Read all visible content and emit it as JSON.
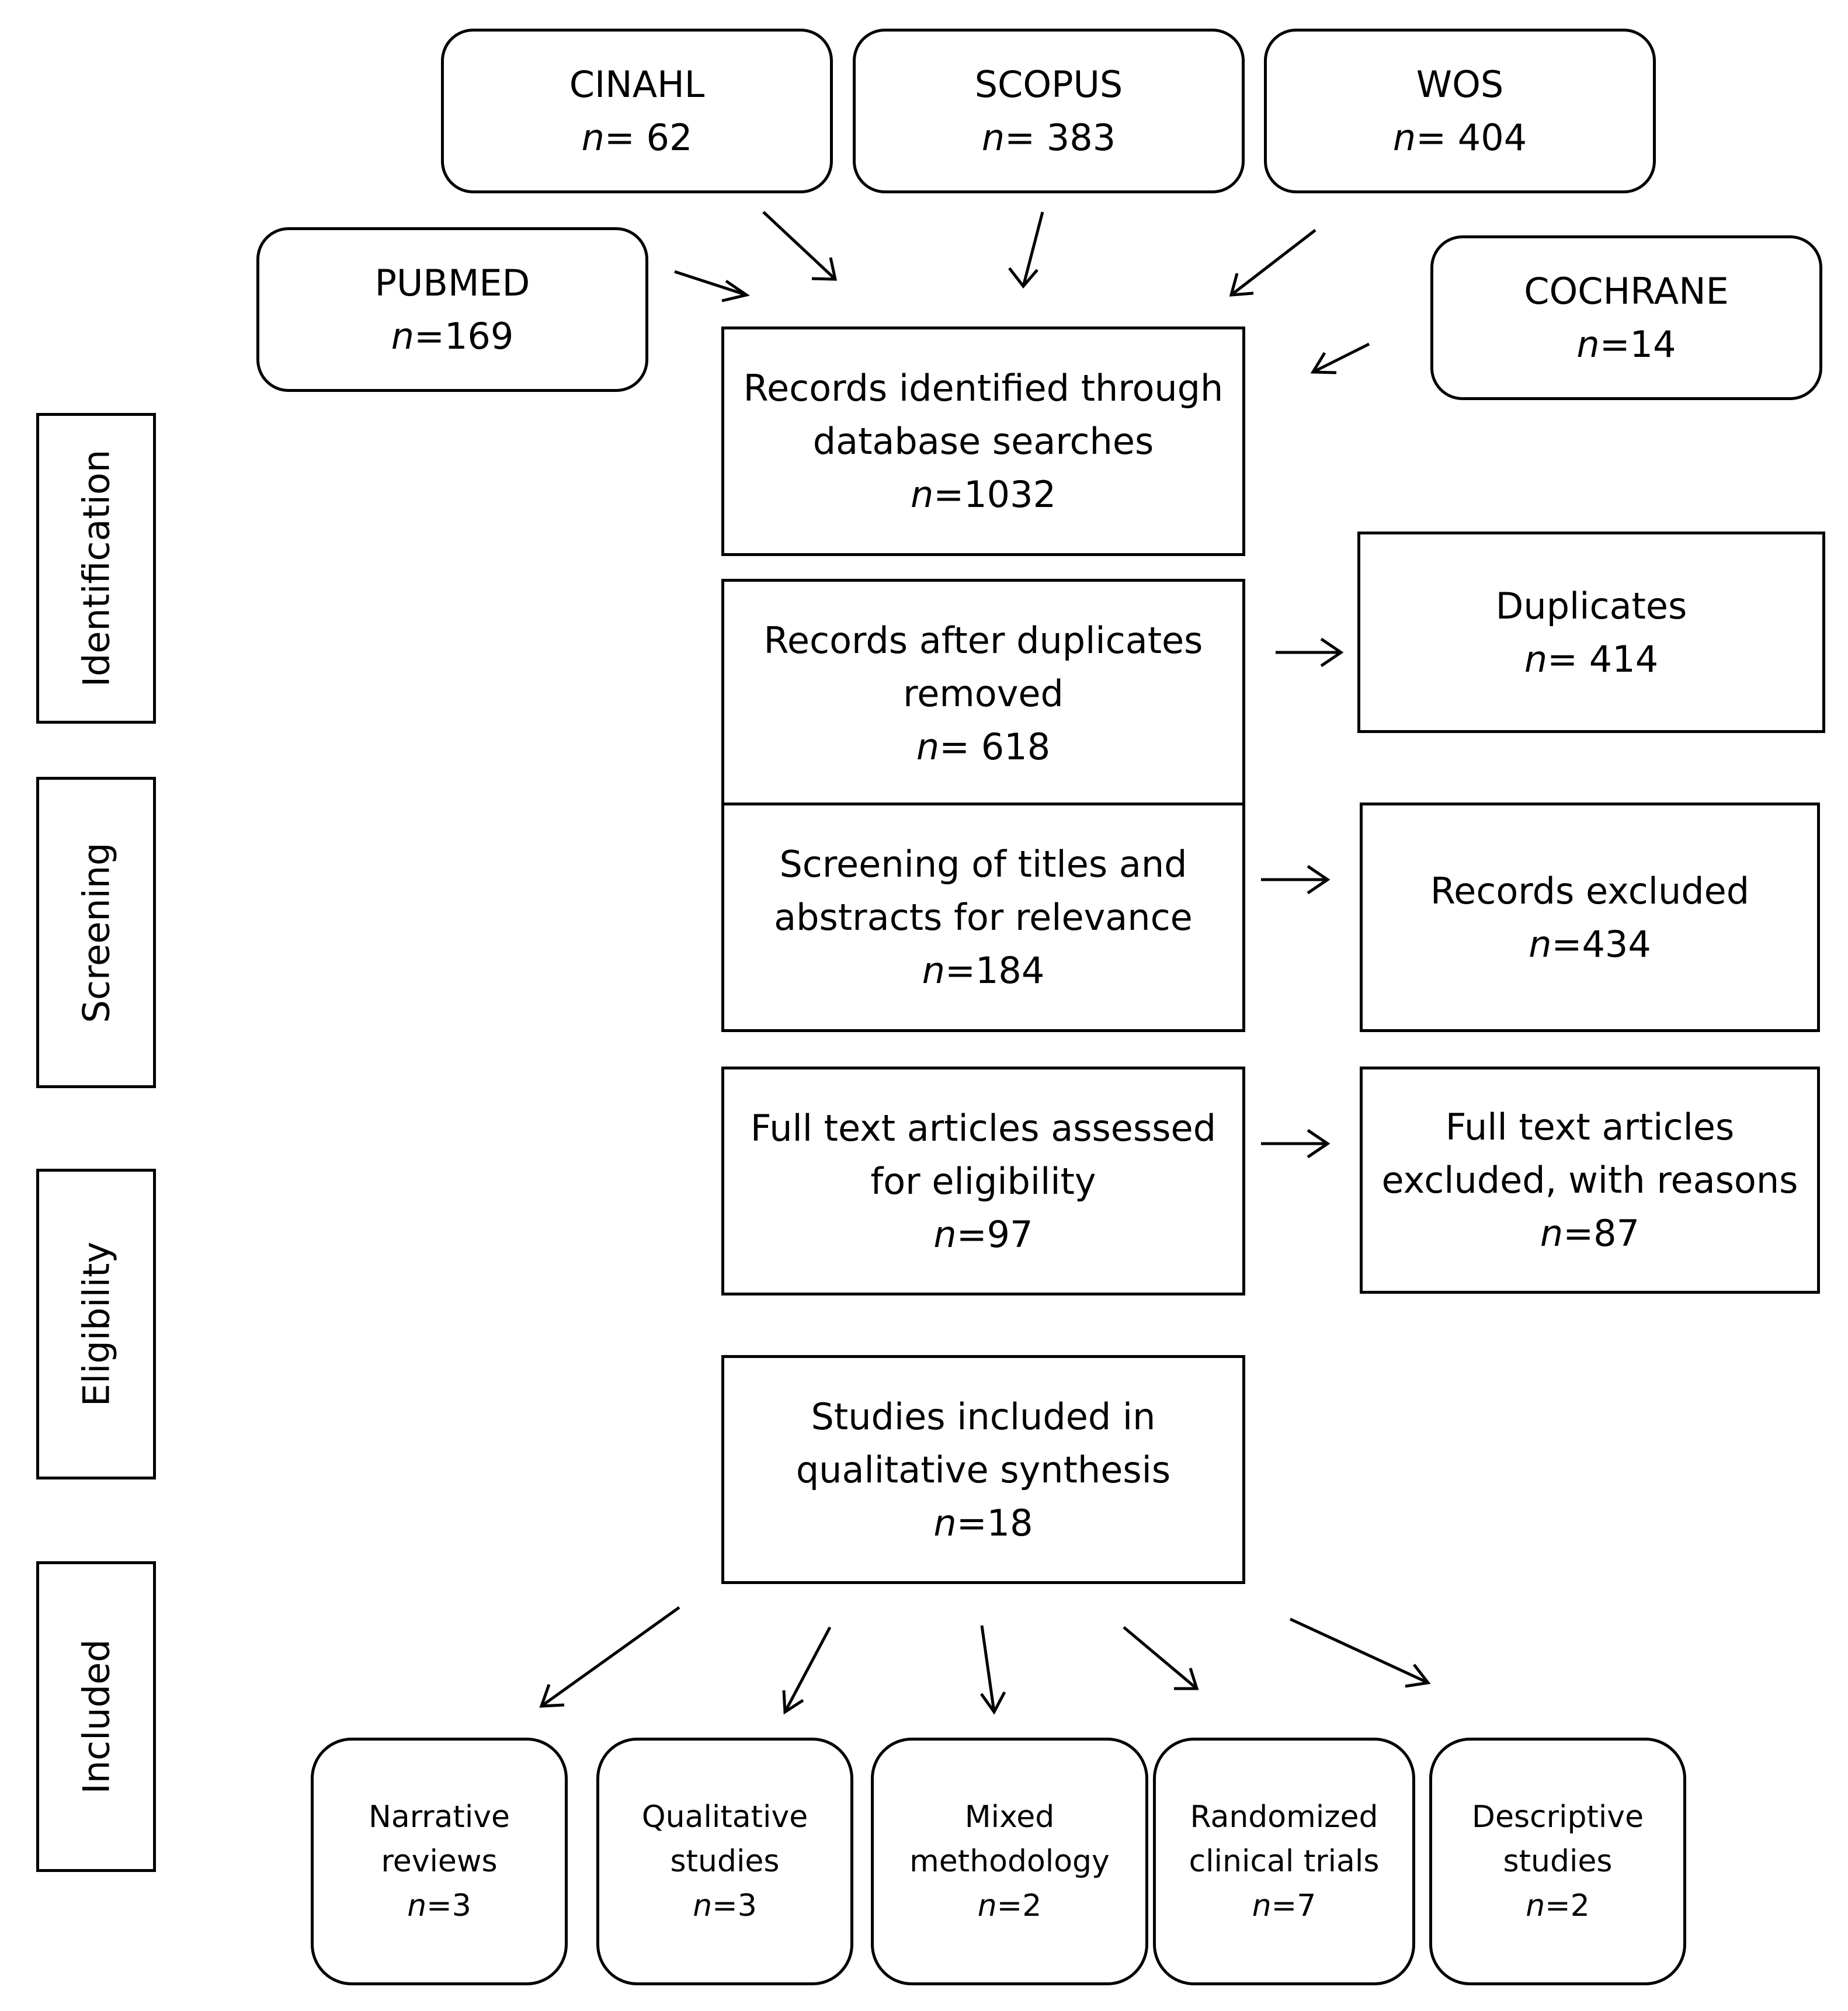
{
  "sources": {
    "cinahl": {
      "name": "CINAHL",
      "n_label": "n",
      "n_value": "= 62"
    },
    "scopus": {
      "name": "SCOPUS",
      "n_label": "n",
      "n_value": "= 383"
    },
    "wos": {
      "name": "WOS",
      "n_label": "n",
      "n_value": "= 404"
    },
    "pubmed": {
      "name": "PUBMED",
      "n_label": "n",
      "n_value": "=169"
    },
    "cochrane": {
      "name": "COCHRANE",
      "n_label": "n",
      "n_value": "=14"
    }
  },
  "stages": {
    "identification": "Identification",
    "screening": "Screening",
    "eligibility": "Eligibility",
    "included": "Included"
  },
  "flow": {
    "identified": {
      "line1": "Records identified through",
      "line2": "database searches",
      "n_label": "n",
      "n_value": "=1032"
    },
    "after_duplicates": {
      "line1": "Records after duplicates",
      "line2": "removed",
      "n_label": "n",
      "n_value": "= 618"
    },
    "duplicates": {
      "line1": "Duplicates",
      "n_label": "n",
      "n_value": "= 414"
    },
    "screening": {
      "line1": "Screening of titles and",
      "line2": "abstracts for relevance",
      "n_label": "n",
      "n_value": "=184"
    },
    "records_excluded": {
      "line1": "Records excluded",
      "n_label": "n",
      "n_value": "=434"
    },
    "full_text": {
      "line1": "Full text articles assessed",
      "line2": "for eligibility",
      "n_label": "n",
      "n_value": "=97"
    },
    "full_text_excluded": {
      "line1": "Full text articles",
      "line2": "excluded, with reasons",
      "n_label": "n",
      "n_value": "=87"
    },
    "included": {
      "line1": "Studies included in",
      "line2": "qualitative synthesis",
      "n_label": "n",
      "n_value": "=18"
    }
  },
  "study_types": {
    "narrative": {
      "line1": "Narrative",
      "line2": "reviews",
      "n_label": "n",
      "n_value": "=3"
    },
    "qualitative": {
      "line1": "Qualitative",
      "line2": "studies",
      "n_label": "n",
      "n_value": "=3"
    },
    "mixed": {
      "line1": "Mixed",
      "line2": "methodology",
      "n_label": "n",
      "n_value": "=2"
    },
    "randomized": {
      "line1": "Randomized",
      "line2": "clinical trials",
      "n_label": "n",
      "n_value": "=7"
    },
    "descriptive": {
      "line1": "Descriptive",
      "line2": "studies",
      "n_label": "n",
      "n_value": "=2"
    }
  },
  "colors": {
    "stroke": "#000000",
    "background": "#ffffff"
  }
}
